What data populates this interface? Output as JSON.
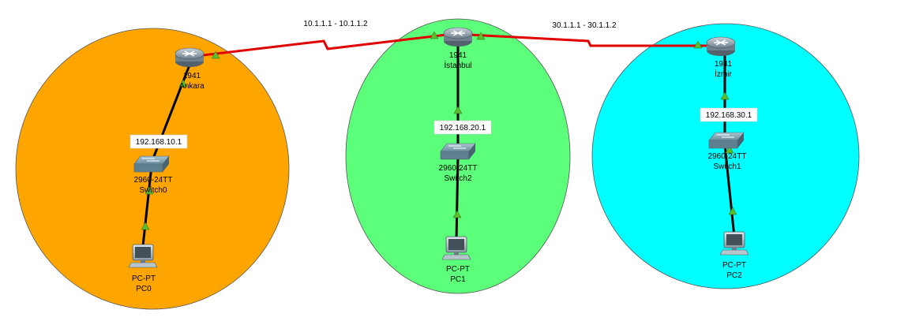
{
  "colors": {
    "site_ankara": "#FFA500",
    "site_istanbul": "#5CFF7A",
    "site_izmir": "#00FFFF",
    "wan_link": "#E00000",
    "lan_link": "#000000",
    "port_up": "#5DBB2E"
  },
  "wan_links": [
    {
      "label": "10.1.1.1 - 10.1.1.2"
    },
    {
      "label": "30.1.1.1 - 30.1.1.2"
    }
  ],
  "sites": [
    {
      "router": {
        "model": "1941",
        "name": "Ankara",
        "icon": "router-icon"
      },
      "gateway": "192.168.10.1",
      "switch": {
        "model": "2960-24TT",
        "name": "Switch0",
        "icon": "switch-icon"
      },
      "pc": {
        "model": "PC-PT",
        "name": "PC0",
        "icon": "pc-icon"
      }
    },
    {
      "router": {
        "model": "1941",
        "name": "İstanbul",
        "icon": "router-icon"
      },
      "gateway": "192.168.20.1",
      "switch": {
        "model": "2960-24TT",
        "name": "Switch2",
        "icon": "switch-icon"
      },
      "pc": {
        "model": "PC-PT",
        "name": "PC1",
        "icon": "pc-icon"
      }
    },
    {
      "router": {
        "model": "1941",
        "name": "İzmir",
        "icon": "router-icon"
      },
      "gateway": "192.168.30.1",
      "switch": {
        "model": "2960-24TT",
        "name": "Switch1",
        "icon": "switch-icon"
      },
      "pc": {
        "model": "PC-PT",
        "name": "PC2",
        "icon": "pc-icon"
      }
    }
  ]
}
